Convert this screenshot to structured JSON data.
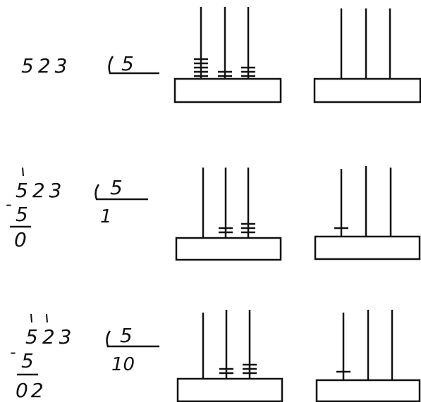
{
  "rows": [
    {
      "dividend": "523",
      "divisor": "5",
      "quotient": "",
      "subtrahend": "",
      "remainder": "",
      "abacus_left": {
        "hundreds": 5,
        "tens": 2,
        "units": 3
      },
      "abacus_right": {
        "hundreds": 0,
        "tens": 0,
        "units": 0
      }
    },
    {
      "dividend": "523",
      "divisor": "5",
      "quotient": "1",
      "subtrahend": "5",
      "remainder": "0",
      "abacus_left": {
        "hundreds": 0,
        "tens": 2,
        "units": 3
      },
      "abacus_right": {
        "hundreds": 1,
        "tens": 0,
        "units": 0
      }
    },
    {
      "dividend": "523",
      "divisor": "5",
      "quotient": "10",
      "subtrahend": "5",
      "remainder": "02",
      "abacus_left": {
        "hundreds": 0,
        "tens": 2,
        "units": 3
      },
      "abacus_right": {
        "hundreds": 1,
        "tens": 0,
        "units": 0
      }
    }
  ],
  "symbols": {
    "minus": "-"
  },
  "colors": {
    "ink": "#111111",
    "paper": "#ffffff"
  }
}
